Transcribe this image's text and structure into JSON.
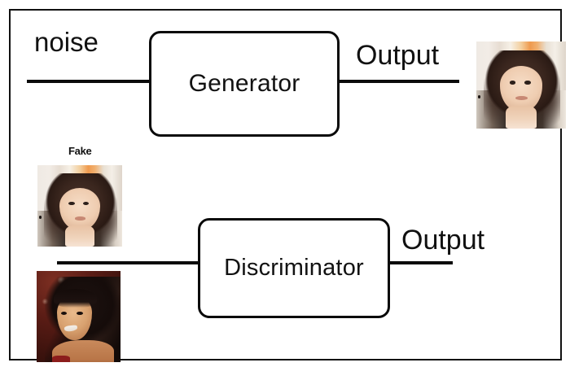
{
  "diagram": {
    "title": "GAN architecture diagram",
    "background_color": "#ffffff",
    "frame_color": "#111111",
    "line_color": "#0b0b0b",
    "generator_row": {
      "input_label": "noise",
      "box_label": "Generator",
      "output_label": "Output",
      "output_image_alt": "generated face thumbnail"
    },
    "discriminator_row": {
      "fake_label": "Fake",
      "fake_image_alt": "fake generated face thumbnail",
      "real_image_alt": "real photograph face thumbnail",
      "box_label": "Discriminator",
      "output_label": "Output"
    }
  }
}
